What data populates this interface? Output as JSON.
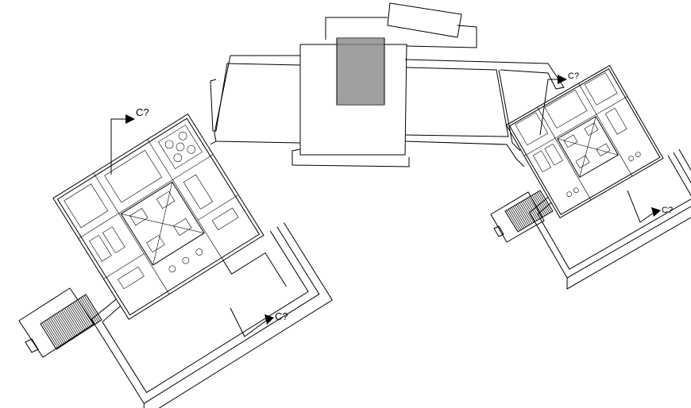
{
  "drawing": {
    "section_markers": [
      {
        "id": "left-top",
        "label": "C?"
      },
      {
        "id": "left-bottom",
        "label": "C?"
      },
      {
        "id": "right-top",
        "label": "C?"
      },
      {
        "id": "right-bottom",
        "label": "C?"
      }
    ],
    "colors": {
      "line": "#000000",
      "background": "#ffffff"
    }
  }
}
